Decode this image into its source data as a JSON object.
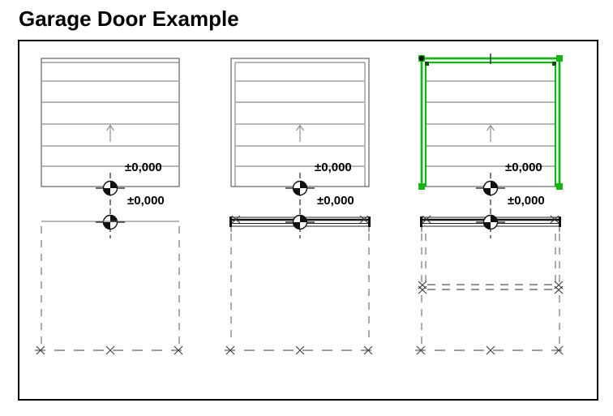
{
  "title": "Garage Door Example",
  "drawings": [
    {
      "name": "garage-door-plain",
      "level_upper": "±0,000",
      "level_lower": "±0,000"
    },
    {
      "name": "garage-door-with-frame",
      "level_upper": "±0,000",
      "level_lower": "±0,000"
    },
    {
      "name": "garage-door-selected",
      "level_upper": "±0,000",
      "level_lower": "±0,000"
    }
  ],
  "colors": {
    "selection_green": "#15b415",
    "selection_green_dark": "#0c4d0c",
    "drawing_gray": "#6e6e6e",
    "dash_gray": "#767676"
  }
}
